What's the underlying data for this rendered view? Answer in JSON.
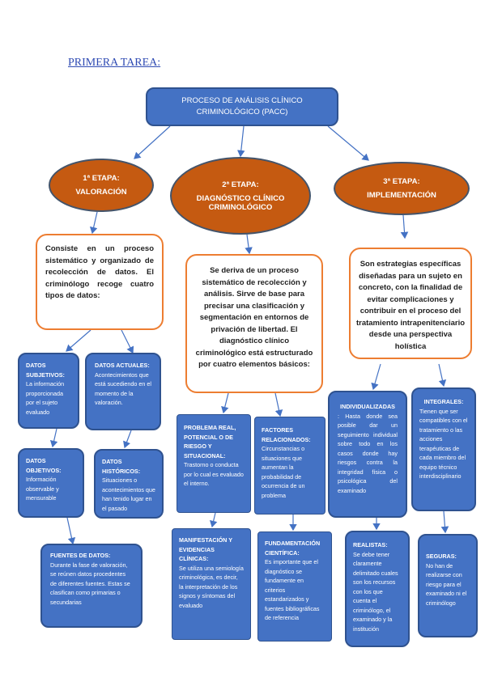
{
  "title": "PRIMERA TAREA:",
  "root": {
    "line1": "PROCESO DE ANÁLISIS CLÍNICO",
    "line2": "CRIMINOLÓGICO (PACC)"
  },
  "stage1": {
    "num": "1ª ETAPA:",
    "name": "VALORACIÓN",
    "desc": "Consiste en un proceso sistemático y organizado de recolección de datos. El criminólogo recoge cuatro tipos de datos:"
  },
  "stage2": {
    "num": "2ª ETAPA:",
    "name": "DIAGNÓSTICO CLÍNICO CRIMINOLÓGICO",
    "desc": "Se deriva de un proceso sistemático de recolección y análisis. Sirve de base para precisar una clasificación y segmentación en entornos de privación de libertad. El diagnóstico clínico criminológico está estructurado por",
    "desc_bold": "cuatro elementos básicos",
    "desc_end": ":"
  },
  "stage3": {
    "num": "3ª ETAPA:",
    "name": "IMPLEMENTACIÓN",
    "desc": "Son estrategias específicas diseñadas para un sujeto en concreto, con la finalidad de evitar complicaciones y contribuir en el proceso del tratamiento intrapenitenciario desde una perspectiva holística"
  },
  "boxes": {
    "subjetivos": {
      "title": "DATOS SUBJETIVOS:",
      "text": "La información proporcionada por el sujeto evaluado"
    },
    "actuales": {
      "title": "DATOS ACTUALES:",
      "text": "Acontecimientos que está sucediendo en el momento de la valoración."
    },
    "objetivos": {
      "title": "DATOS OBJETIVOS:",
      "text": "Información observable y mensurable"
    },
    "historicos": {
      "title": "DATOS HISTÓRICOS:",
      "text": "Situaciones o acontecimientos que han tenido lugar en el pasado"
    },
    "fuentes": {
      "title": "FUENTES DE DATOS:",
      "text": "Durante la fase de valoración, se reúnen datos procedentes de diferentes fuentes. Estas se clasifican como primarias o secundarias"
    },
    "problema": {
      "title": "PROBLEMA REAL, POTENCIAL O DE RIESGO Y SITUACIONAL:",
      "text": "Trastorno o conducta por lo cual es evaluado el interno."
    },
    "factores": {
      "title": "FACTORES RELACIONADOS:",
      "text": "Circunstancias o situaciones que aumentan la probabilidad de ocurrencia de un problema"
    },
    "manifestacion": {
      "title": "MANIFESTACIÓN Y EVIDENCIAS CLÍNICAS:",
      "text": "Se utiliza una semiología criminológica, es decir, la interpretación de los signos y síntomas del evaluado"
    },
    "fundamentacion": {
      "title": "FUNDAMENTACIÓN CIENTÍFICA:",
      "text": "Es importante que el diagnóstico se fundamente en criterios estandarizados y fuentes bibliográficas de referencia"
    },
    "individualizadas": {
      "title": "INDIVIDUALIZADAS",
      "text": ": Hasta donde sea posible dar un seguimiento individual sobre todo en los casos donde hay riesgos contra la integridad física o psicológica del examinado"
    },
    "integrales": {
      "title": "INTEGRALES:",
      "text": "Tienen que ser compatibles con el tratamiento o las acciones terapéuticas de cada miembro del equipo técnico interdisciplinario"
    },
    "realistas": {
      "title": "REALISTAS:",
      "text": "Se debe tener claramente delimitado cuales son los recursos con los que cuenta el criminólogo, el examinado y la institución"
    },
    "seguras": {
      "title": "SEGURAS:",
      "text": "No han de realizarse con riesgo para el examinado ni el criminólogo"
    }
  },
  "colors": {
    "blue": "#4472c4",
    "orange": "#c55a11",
    "outline_orange": "#ed7d31",
    "title_blue": "#2f4bb3"
  }
}
